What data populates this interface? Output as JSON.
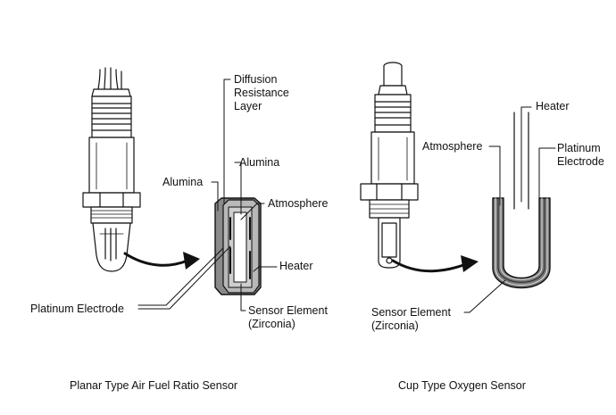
{
  "planar": {
    "caption": "Planar Type Air Fuel Ratio Sensor",
    "labels": {
      "diffusion": "Diffusion\nResistance\nLayer",
      "alumina_right": "Alumina",
      "alumina_left": "Alumina",
      "atmosphere": "Atmosphere",
      "heater": "Heater",
      "platinum": "Platinum Electrode",
      "sensor_element": "Sensor Element\n(Zirconia)"
    }
  },
  "cup": {
    "caption": "Cup Type Oxygen Sensor",
    "labels": {
      "heater": "Heater",
      "atmosphere": "Atmosphere",
      "platinum": "Platinum\nElectrode",
      "sensor_element": "Sensor Element\n(Zirconia)"
    }
  }
}
